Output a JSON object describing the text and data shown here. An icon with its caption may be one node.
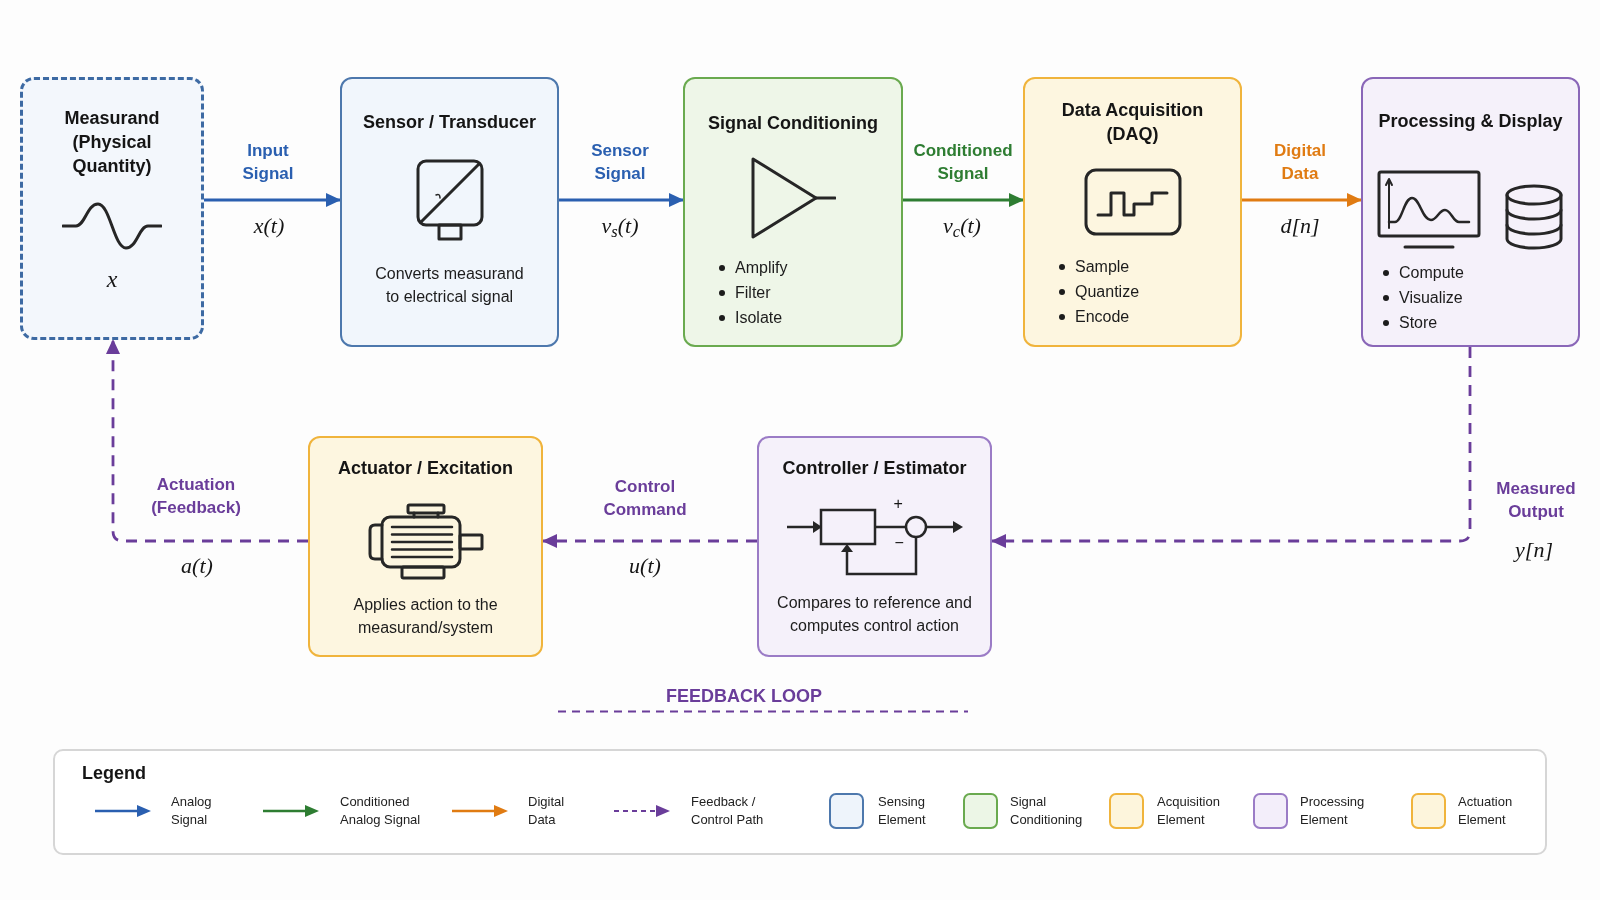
{
  "diagram": {
    "nodes": [
      {
        "text": [
          "Measurand (Physical Quantity)",
          "x"
        ]
      },
      {
        "text": [
          "Sensor / Transducer",
          "Converts measurand to electrical signal"
        ]
      },
      {
        "text": [
          "Signal Conditioning",
          "Amplify",
          "Filter",
          "Isolate"
        ]
      },
      {
        "text": [
          "Data Acquisition (DAQ)",
          "Sample",
          "Quantize",
          "Encode"
        ]
      },
      {
        "text": [
          "Processing & Display",
          "Compute",
          "Visualize",
          "Store"
        ]
      },
      {
        "text": [
          "Actuator / Excitation",
          "Applies action to the measurand/system"
        ]
      },
      {
        "text": [
          "Controller / Estimator",
          "+",
          "−",
          "Compares to reference and computes control action"
        ]
      }
    ],
    "edges": [
      {
        "from": 0,
        "to": 1,
        "arrow": "to",
        "label": "Input Signal",
        "color": "#2a5fb0"
      },
      {
        "from": 1,
        "to": 2,
        "arrow": "to",
        "label": "Sensor Signal",
        "color": "#2a5fb0"
      },
      {
        "from": 2,
        "to": 3,
        "arrow": "to",
        "label": "Conditioned Signal",
        "color": "#2e7d32"
      },
      {
        "from": 3,
        "to": 4,
        "arrow": "to",
        "label": "Digital Data",
        "color": "#e07b12"
      },
      {
        "from": 4,
        "to": 6,
        "arrow": "to",
        "label": "Measured Output",
        "style": "dashed",
        "color": "#6a3d9a"
      },
      {
        "from": 6,
        "to": 5,
        "arrow": "to",
        "label": "Control Command",
        "style": "dashed",
        "color": "#6a3d9a"
      },
      {
        "from": 5,
        "to": 0,
        "arrow": "to",
        "label": "Actuation (Feedback)",
        "style": "dashed",
        "color": "#6a3d9a"
      }
    ],
    "labels": [
      "x(t)",
      "v$_{s}$(t)",
      "v$_{c}$(t)",
      "d[n]",
      "a(t)",
      "u(t)",
      "y[n]",
      "FEEDBACK LOOP",
      "Legend"
    ],
    "legend": [
      {
        "text": "Analog Signal"
      },
      {
        "text": "Conditioned Analog Signal"
      },
      {
        "text": "Digital Data"
      },
      {
        "text": "Feedback / Control Path"
      },
      {
        "text": "Sensing Element",
        "color": "#eef4fb"
      },
      {
        "text": "Signal Conditioning",
        "color": "#ecf6e6"
      },
      {
        "text": "Acquisition Element",
        "color": "#fdf5dc"
      },
      {
        "text": "Processing Element",
        "color": "#f3eefa"
      },
      {
        "text": "Actuation Element",
        "color": "#fdf5dc"
      }
    ]
  }
}
